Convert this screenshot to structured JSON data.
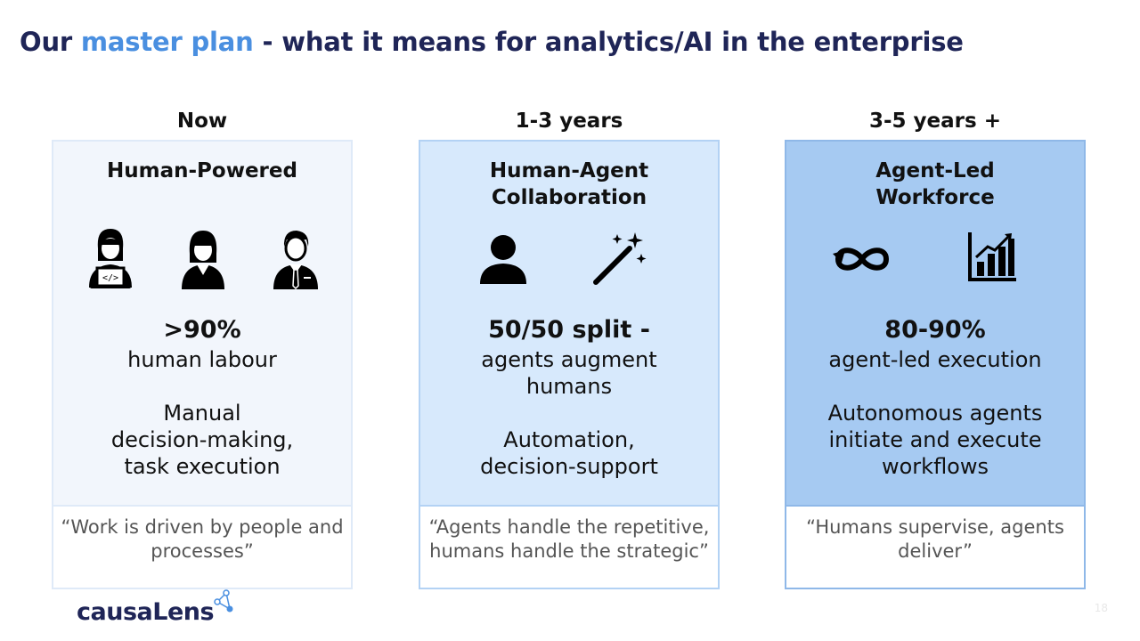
{
  "title": {
    "prefix": "Our ",
    "highlight": "master plan",
    "suffix": " - what it means for analytics/AI in the enterprise"
  },
  "columns": [
    {
      "heading": "Now",
      "name": "Human-Powered",
      "icons": [
        "developer-person-icon",
        "woman-person-icon",
        "businessman-person-icon"
      ],
      "stat": ">90%",
      "stat_sub": "human labour",
      "description": "Manual\ndecision-making,\ntask execution",
      "quote": "“Work is driven by people and\nprocesses”"
    },
    {
      "heading": "1-3 years",
      "name": "Human-Agent\nCollaboration",
      "icons": [
        "person-icon",
        "magic-wand-icon"
      ],
      "stat": "50/50 split -",
      "stat_sub": "agents augment\nhumans",
      "description": "Automation,\ndecision-support",
      "quote": "“Agents handle the repetitive,\nhumans handle the strategic”"
    },
    {
      "heading": "3-5 years +",
      "name": "Agent-Led\nWorkforce",
      "icons": [
        "infinity-loop-icon",
        "bar-chart-icon"
      ],
      "stat": "80-90%",
      "stat_sub": "agent-led execution",
      "description": "Autonomous agents\ninitiate and execute\nworkflows",
      "quote": "“Humans supervise, agents\ndeliver”"
    }
  ],
  "logo": {
    "text": "causaLens"
  },
  "page_number": "18",
  "colors": {
    "title": "#1f2557",
    "accent": "#4a8fe0",
    "card1_fill": "#f2f6fc",
    "card2_fill": "#d7e9fc",
    "card3_fill": "#a6caf2"
  }
}
